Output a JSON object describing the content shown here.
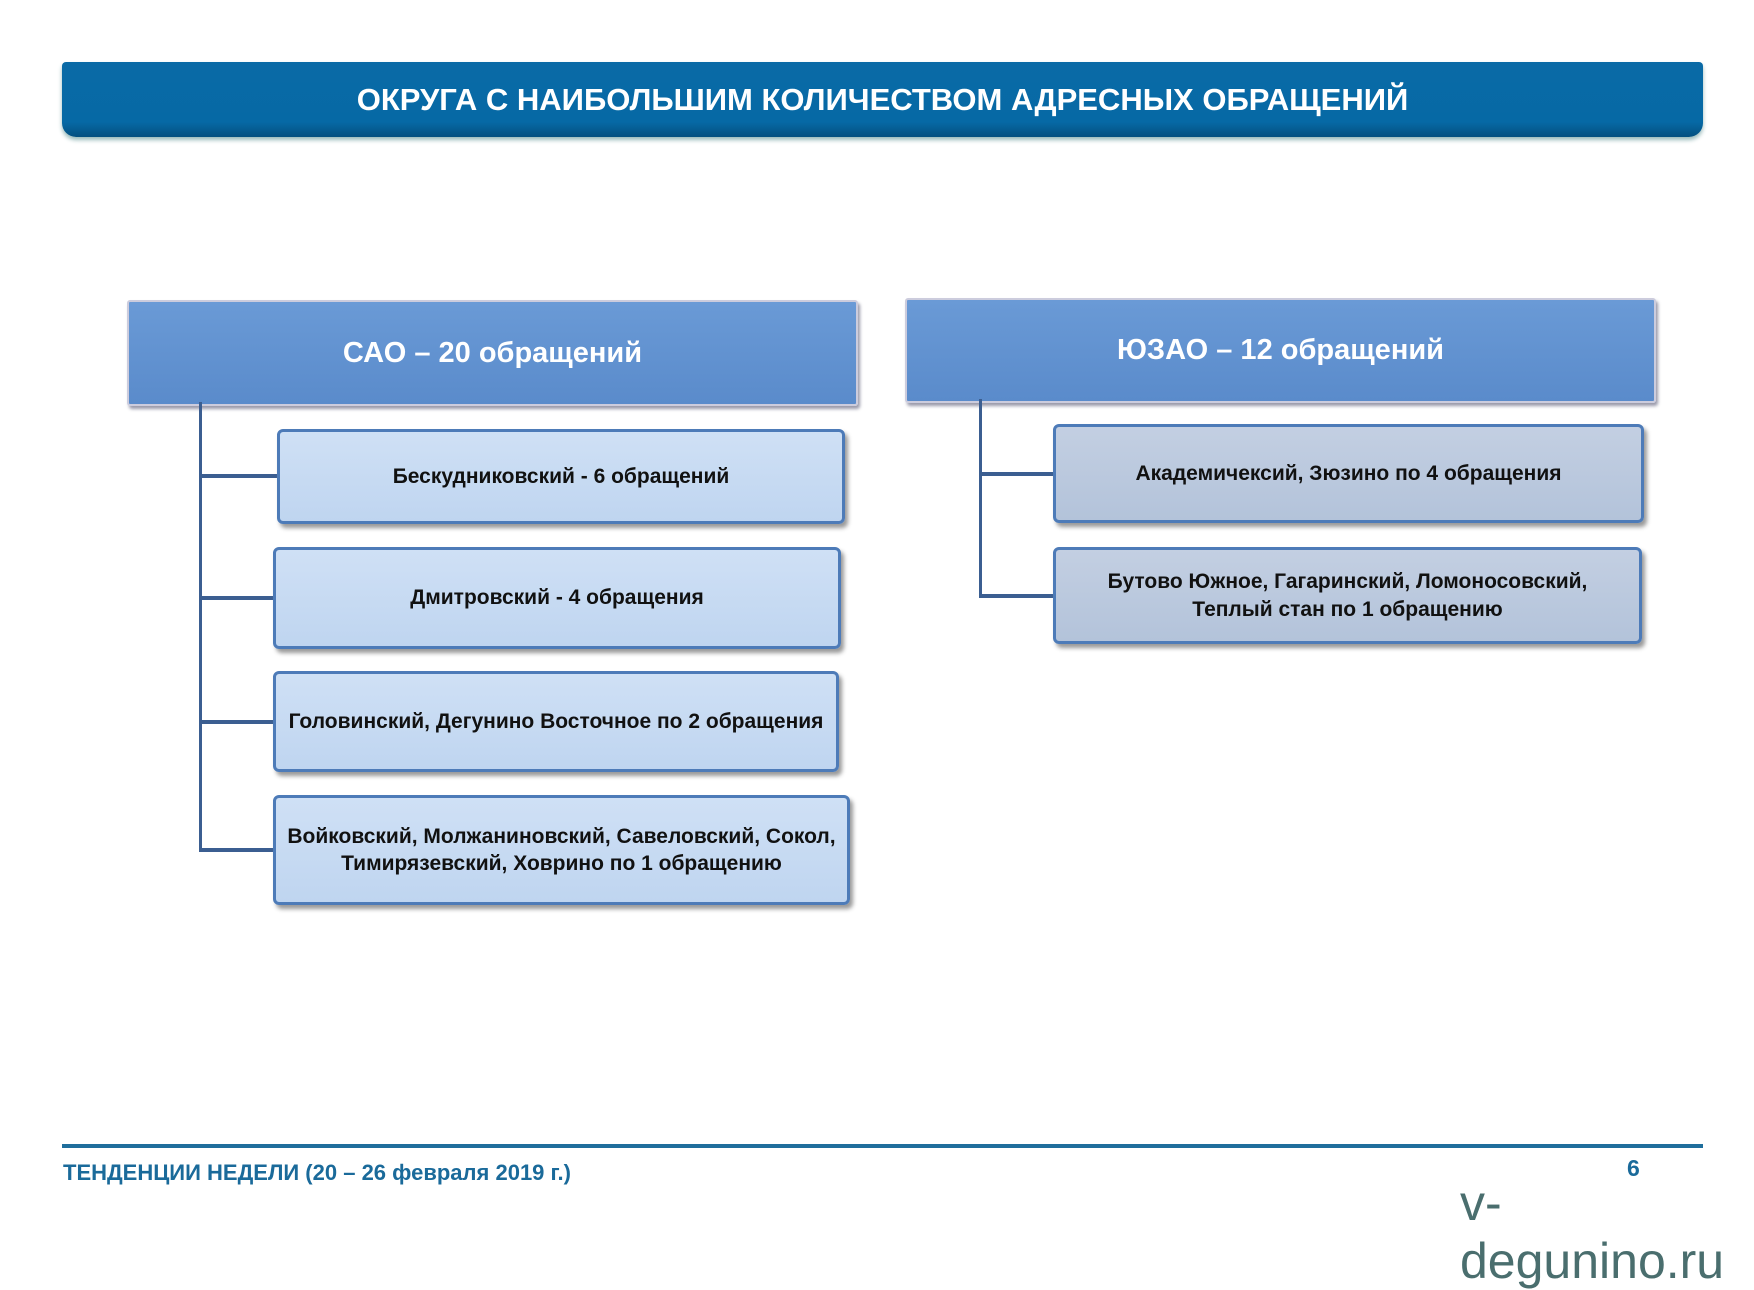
{
  "header": {
    "title": "ОКРУГА С НАИБОЛЬШИМ КОЛИЧЕСТВОМ АДРЕСНЫХ ОБРАЩЕНИЙ"
  },
  "left": {
    "title": "САО – 20 обращений",
    "items": [
      "Бескудниковский - 6 обращений",
      "Дмитровский - 4 обращения",
      "Головинский, Дегунино Восточное по 2 обращения",
      "Войковский, Молжаниновский, Савеловский, Сокол, Тимирязевский, Ховрино по 1 обращению"
    ]
  },
  "right": {
    "title": "ЮЗАО – 12 обращений",
    "items": [
      "Академичексий, Зюзино  по 4 обращения",
      "Бутово Южное, Гагаринский, Ломоносовский, Теплый стан по  1 обращению"
    ]
  },
  "footer": {
    "text": "ТЕНДЕНЦИИ НЕДЕЛИ (20 – 26 февраля 2019 г.)",
    "page": "6",
    "watermark": "v-degunino.ru"
  }
}
